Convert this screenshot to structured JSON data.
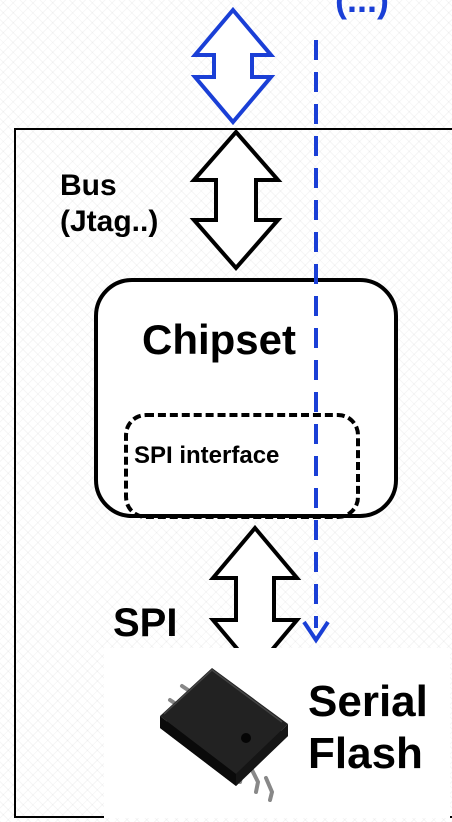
{
  "top_label_partial": "(...)",
  "bus": {
    "line1": "Bus",
    "line2": "(Jtag..)"
  },
  "chipset": {
    "label": "Chipset",
    "interface_label": "SPI interface"
  },
  "spi_label": "SPI",
  "serial_flash": {
    "line1": "Serial",
    "line2": "Flash"
  },
  "colors": {
    "external_arrow": "#1a3fd6",
    "dashed_path": "#1a3fd6",
    "internal_arrow": "#000000"
  }
}
